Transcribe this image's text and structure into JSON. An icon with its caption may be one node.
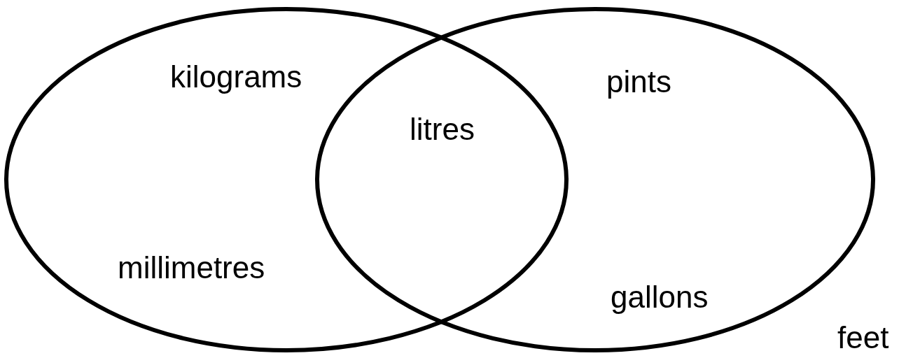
{
  "diagram": {
    "nodes": [
      {
        "text": [
          "kilograms",
          "millimetres"
        ]
      },
      {
        "text": [
          "pints",
          "gallons"
        ]
      }
    ],
    "edges": [],
    "labels": [
      "litres",
      "feet"
    ]
  }
}
